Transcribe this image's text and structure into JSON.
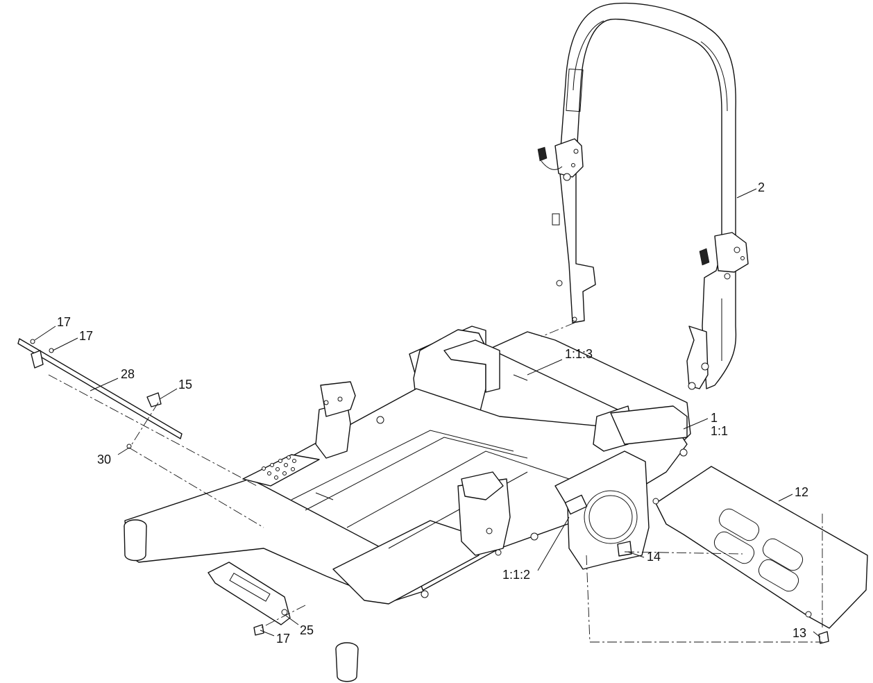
{
  "callouts": {
    "c17a": "17",
    "c17b": "17",
    "c28": "28",
    "c15": "15",
    "c30": "30",
    "c113": "1:1:3",
    "c2": "2",
    "c1": "1",
    "c11": "1:1",
    "c12": "12",
    "c14": "14",
    "c112": "1:1:2",
    "c13": "13",
    "c25": "25",
    "c17c": "17"
  },
  "colors": {
    "line": "#111111",
    "background": "#ffffff"
  }
}
